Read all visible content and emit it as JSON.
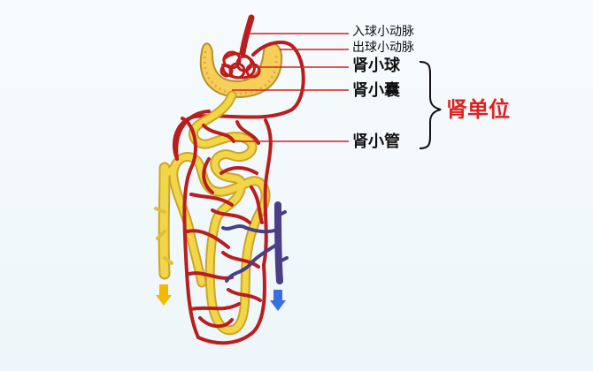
{
  "labels": {
    "afferent_arteriole": "入球小动脉",
    "efferent_arteriole": "出球小动脉",
    "glomerulus": "肾小球",
    "renal_capsule": "肾小囊",
    "renal_tubule": "肾小管",
    "nephron": "肾单位"
  },
  "colors": {
    "artery": "#b81e1e",
    "tubule": "#f0d23a",
    "tubule_edge": "#c9a62a",
    "vein": "#4a3f86",
    "label_line": "#d42020",
    "accent_text": "#e02020",
    "arrow_yellow": "#f5b800",
    "arrow_blue": "#3a6fe0"
  },
  "icons": {
    "urine_flow": "down-arrow-yellow",
    "venous_flow": "down-arrow-blue"
  }
}
